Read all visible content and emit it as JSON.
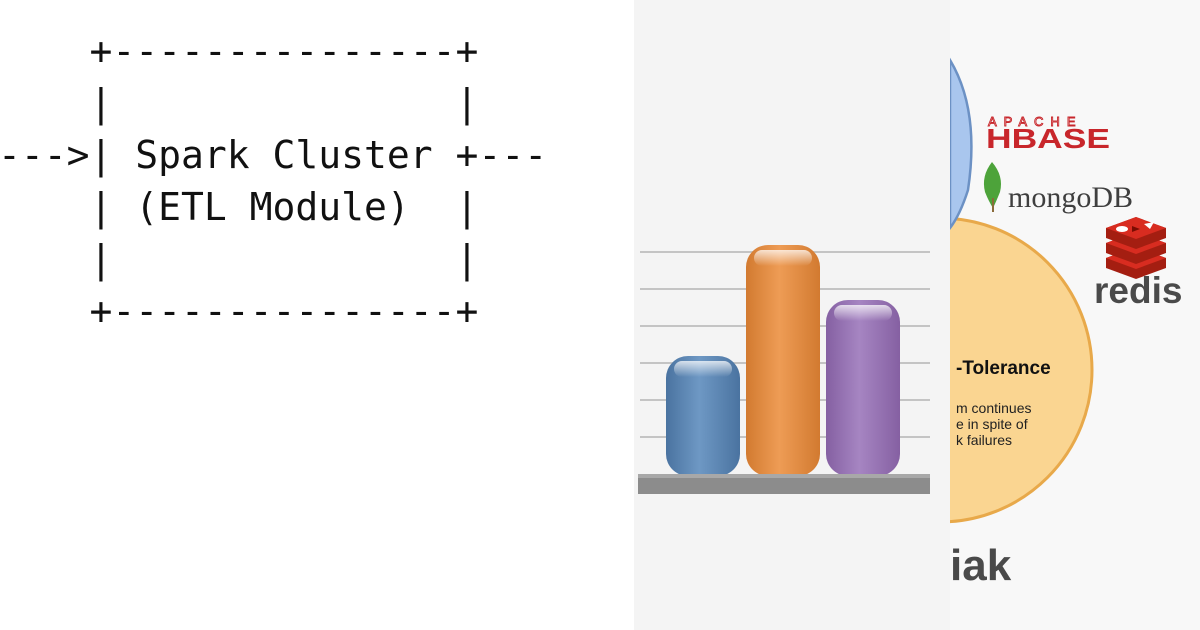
{
  "ascii_diagram": {
    "lines": [
      "    +---------------+",
      "    |               |",
      "--->| Spark Cluster +---",
      "    | (ETL Module)  |",
      "    |               |",
      "    +---------------+"
    ],
    "box_title": "Spark Cluster",
    "box_subtitle": "(ETL Module)"
  },
  "bar_chart": {
    "icon_name": "bar-chart-icon",
    "colors": [
      "#5b85b0",
      "#e08a40",
      "#9670b0"
    ],
    "relative_heights": [
      0.42,
      0.82,
      0.6
    ]
  },
  "cap_panel": {
    "circle_label": "-Tolerance",
    "circle_text": [
      "m continues",
      "e in spite of",
      "k failures"
    ],
    "logos": {
      "hbase_top": "APACHE",
      "hbase": "HBASE",
      "mongodb": "mongoDB",
      "redis": "redis",
      "riak": "iak"
    },
    "colors": {
      "circle_fill": "#fad591",
      "circle_stroke": "#e8a94a",
      "blue_fill": "#a9c6ee",
      "hbase_red": "#c8262b",
      "mongo_green": "#4da33a",
      "redis_red": "#c9302c"
    }
  }
}
